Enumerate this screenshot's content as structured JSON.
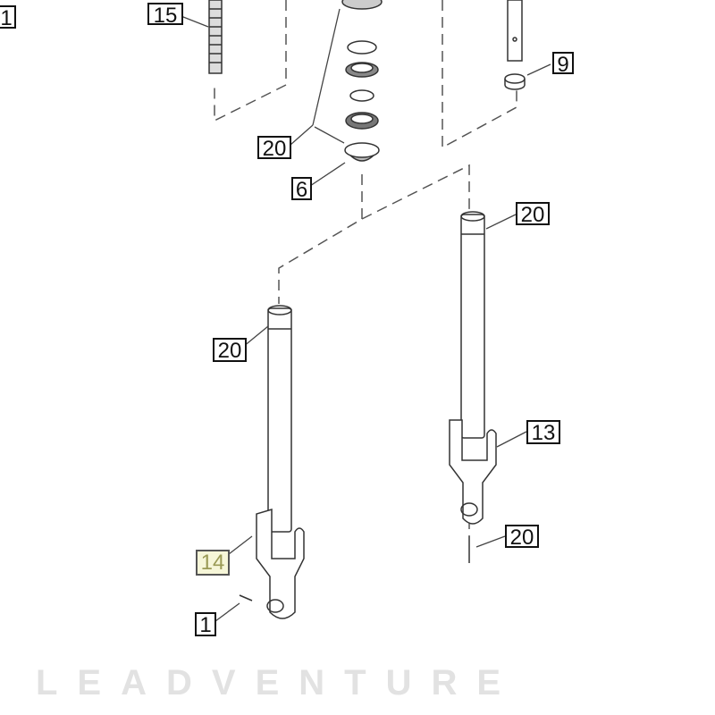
{
  "watermark": "LEADVENTURE",
  "callouts": [
    {
      "label": "1"
    },
    {
      "label": "15"
    },
    {
      "label": "20"
    },
    {
      "label": "6"
    },
    {
      "label": "9"
    },
    {
      "label": "20"
    },
    {
      "label": "20"
    },
    {
      "label": "13"
    },
    {
      "label": "20"
    },
    {
      "label": "14",
      "highlighted": true
    },
    {
      "label": "1"
    }
  ],
  "colors": {
    "line": "#333333",
    "highlight": "#f6f6d8"
  }
}
